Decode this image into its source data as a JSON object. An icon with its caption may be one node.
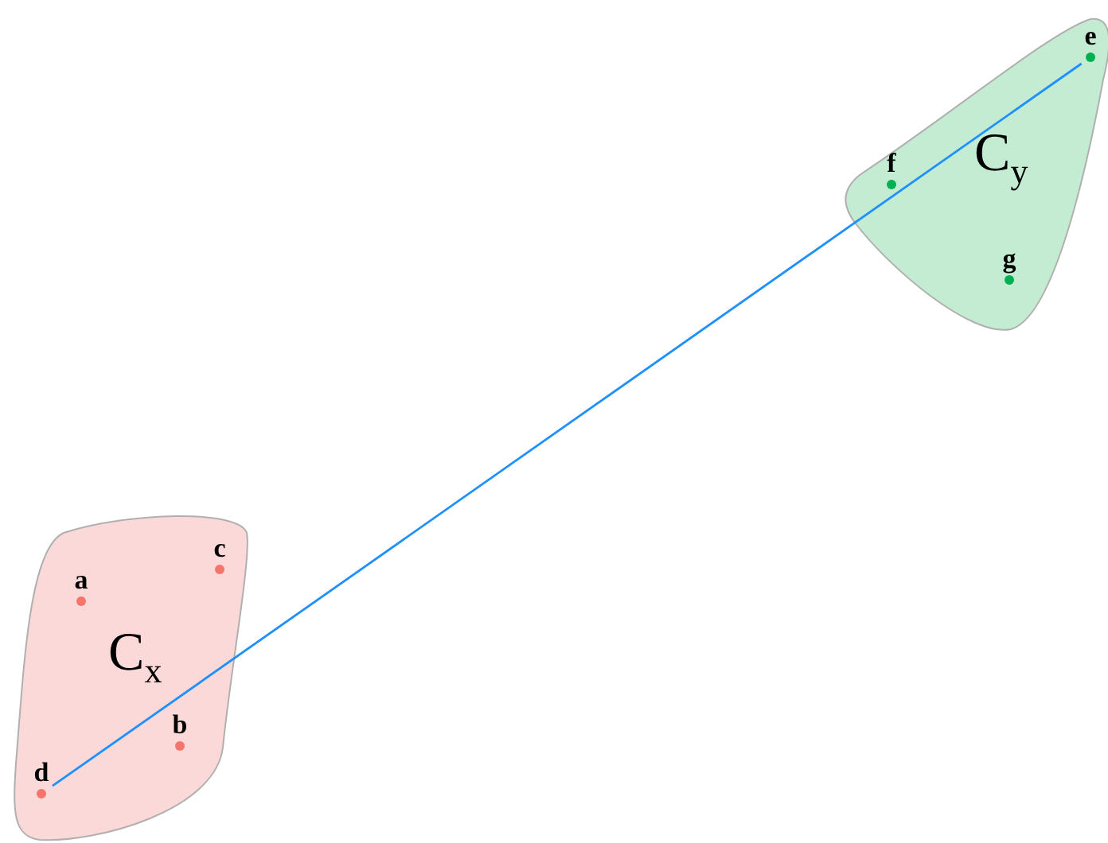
{
  "diagram": {
    "nodes": [
      {
        "text": [
          "C$_{y}$"
        ]
      },
      {
        "text": [
          "e"
        ],
        "in": 0
      },
      {
        "text": [
          "f"
        ],
        "in": 0
      },
      {
        "text": [
          "g"
        ],
        "in": 0
      },
      {
        "text": [
          "C$_{x}$"
        ]
      },
      {
        "text": [
          "c"
        ],
        "in": 4
      },
      {
        "text": [
          "a"
        ],
        "in": 4
      },
      {
        "text": [
          "b"
        ],
        "in": 4
      },
      {
        "text": [
          "d"
        ],
        "in": 4
      }
    ],
    "edges": [
      {
        "from": 8,
        "to": 1,
        "arrow": "none",
        "color": "#1e90ff"
      }
    ]
  }
}
